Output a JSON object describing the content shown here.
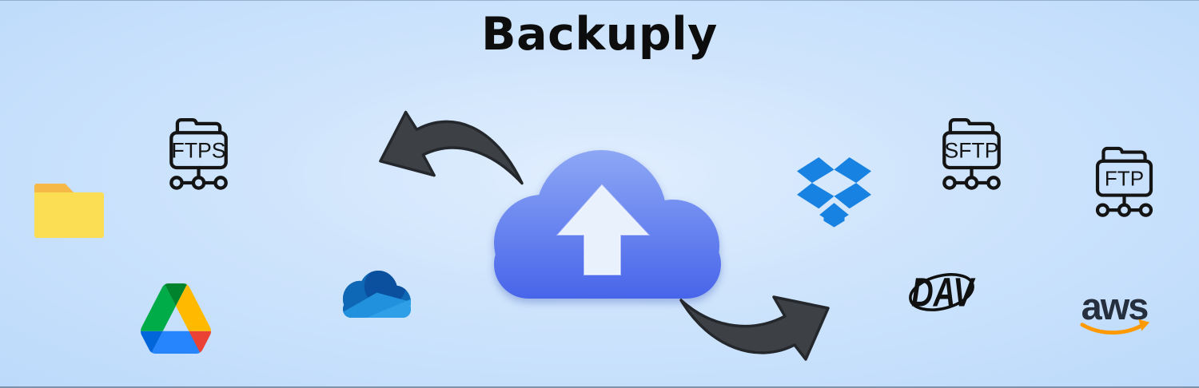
{
  "banner": {
    "title": "Backuply"
  },
  "icons": {
    "local_folder": {
      "name": "yellow-folder-icon"
    },
    "ftps": {
      "name": "ftps-network-folder-icon",
      "label": "FTPS"
    },
    "google_drive": {
      "name": "google-drive-icon"
    },
    "onedrive": {
      "name": "onedrive-cloud-icon"
    },
    "upload_cloud": {
      "name": "cloud-upload-icon"
    },
    "restore_arrow": {
      "name": "curved-arrow-left-icon"
    },
    "backup_arrow": {
      "name": "curved-arrow-right-icon"
    },
    "dropbox": {
      "name": "dropbox-icon"
    },
    "sftp": {
      "name": "sftp-network-folder-icon",
      "label": "SFTP"
    },
    "webdav": {
      "name": "webdav-icon",
      "label": "DAV"
    },
    "ftp": {
      "name": "ftp-network-folder-icon",
      "label": "FTP"
    },
    "aws": {
      "name": "aws-icon",
      "label": "aws"
    }
  },
  "colors": {
    "background_center": "#e1eefe",
    "background_edge": "#bcdafb",
    "title_text": "#0d0d0d",
    "cloud_gradient_top": "#8ea8f5",
    "cloud_gradient_bottom": "#4764ea",
    "cloud_arrow_fill": "#e9f1fd",
    "swoosh_arrow": "#3d4145",
    "dropbox_blue": "#1782e2",
    "aws_navy": "#252f3e",
    "aws_orange": "#ff9900",
    "folder_body_yellow": "#fcde55",
    "folder_tab_yellow": "#f6b947",
    "outline_icon_black": "#141414",
    "onedrive_dark": "#0a509f",
    "onedrive_medium": "#0f68b6",
    "onedrive_light": "#2fa0e7",
    "drive_green": "#00ac47",
    "drive_yellow": "#ffba00",
    "drive_blue": "#2684fc",
    "drive_red": "#ea4335"
  }
}
